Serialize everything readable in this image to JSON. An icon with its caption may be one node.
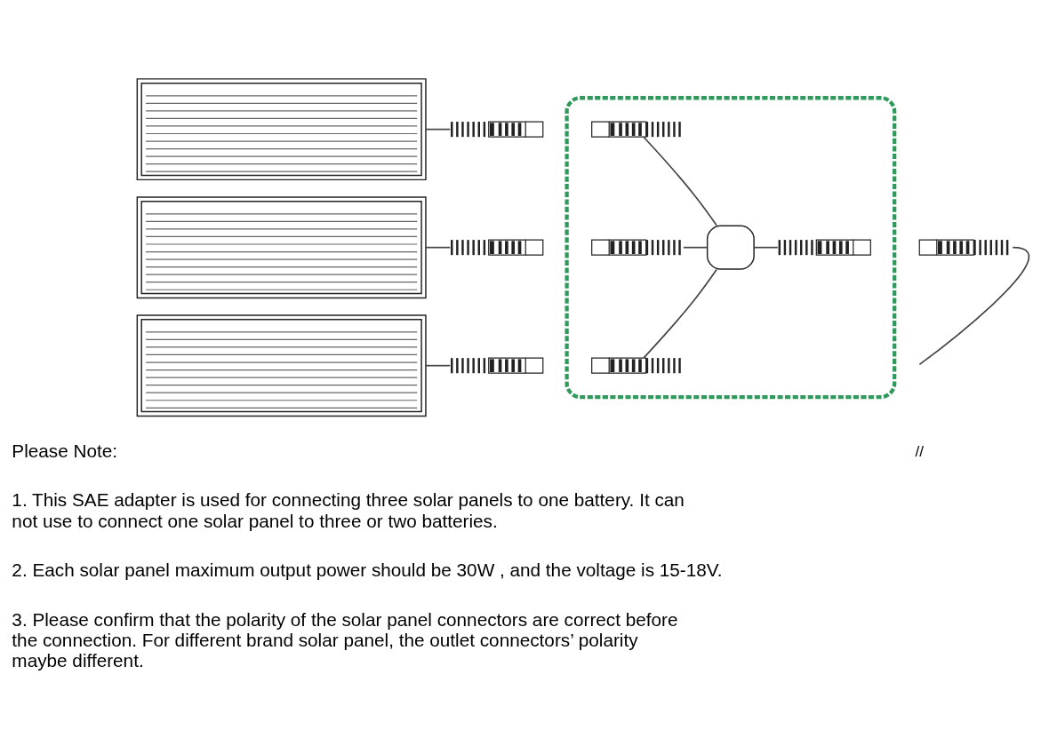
{
  "diagram": {
    "nodes": [
      {
        "text": [],
        "shape": "box"
      },
      {
        "text": [],
        "shape": "box"
      },
      {
        "text": [],
        "shape": "box"
      },
      {
        "text": [],
        "shape": "box"
      },
      {
        "text": [],
        "shape": "box"
      },
      {
        "text": [],
        "shape": "box"
      },
      {
        "text": [],
        "shape": "box"
      },
      {
        "text": [],
        "shape": "box",
        "in": 6
      },
      {
        "text": [],
        "shape": "box",
        "in": 6
      },
      {
        "text": [],
        "shape": "box",
        "in": 6
      },
      {
        "text": [],
        "shape": "box",
        "in": 6
      },
      {
        "text": [],
        "shape": "box",
        "in": 6
      },
      {
        "text": [],
        "shape": "box"
      }
    ],
    "edges": [
      {
        "from": 0,
        "to": 3,
        "arrow": "none"
      },
      {
        "from": 1,
        "to": 4,
        "arrow": "none"
      },
      {
        "from": 2,
        "to": 5,
        "arrow": "none"
      },
      {
        "from": 7,
        "to": 10,
        "arrow": "none"
      },
      {
        "from": 8,
        "to": 10,
        "arrow": "none"
      },
      {
        "from": 9,
        "to": 10,
        "arrow": "none"
      },
      {
        "from": 10,
        "to": 11,
        "arrow": "none"
      },
      {
        "from": 12,
        "to": null,
        "arrow": "none"
      }
    ],
    "labels": [
      "//",
      "Please Note:",
      "1. This SAE adapter is used for connecting three solar panels to one battery. It can not use to connect one solar panel to three or two batteries.",
      "2. Each solar panel maximum output power should be 30W , and the voltage is 15-18V.",
      "3. Please confirm that the polarity of the solar panel connectors are correct before the connection. For different brand solar panel, the outlet connectors’ polarity maybe different."
    ]
  }
}
